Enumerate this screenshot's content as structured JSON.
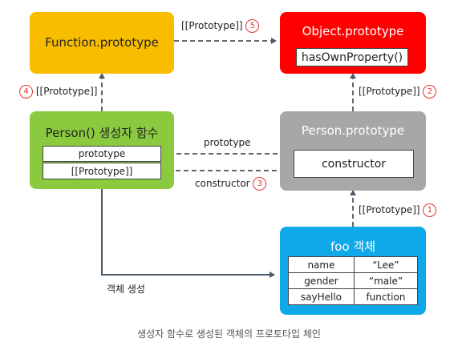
{
  "nodes": {
    "function_prototype": {
      "title": "Function.prototype"
    },
    "object_prototype": {
      "title": "Object.prototype",
      "method": "hasOwnProperty()"
    },
    "person_constructor": {
      "title": "Person() 생성자 함수",
      "rows": [
        "prototype",
        "[[Prototype]]"
      ]
    },
    "person_prototype": {
      "title": "Person.prototype",
      "slot": "constructor"
    },
    "foo": {
      "title": "foo 객체",
      "props": [
        {
          "key": "name",
          "value": "“Lee”"
        },
        {
          "key": "gender",
          "value": "“male”"
        },
        {
          "key": "sayHello",
          "value": "function"
        }
      ]
    }
  },
  "edges": {
    "e5": {
      "label": "[[Prototype]]",
      "num": "5"
    },
    "e4": {
      "label": "[[Prototype]]",
      "num": "4"
    },
    "e2": {
      "label": "[[Prototype]]",
      "num": "2"
    },
    "e1": {
      "label": "[[Prototype]]",
      "num": "1"
    },
    "prototype": {
      "label": "prototype"
    },
    "constructor": {
      "label": "constructor",
      "num": "3"
    },
    "create": {
      "label": "객체 생성"
    }
  },
  "caption": "생성자 함수로 생성된 객체의 프로토타입 체인",
  "colors": {
    "function_prototype": "#f9bd00",
    "object_prototype": "#ff0000",
    "person_constructor": "#8bc93f",
    "person_prototype": "#a8a6a6",
    "foo": "#0fa8e8",
    "number_circle": "#e8322e"
  }
}
